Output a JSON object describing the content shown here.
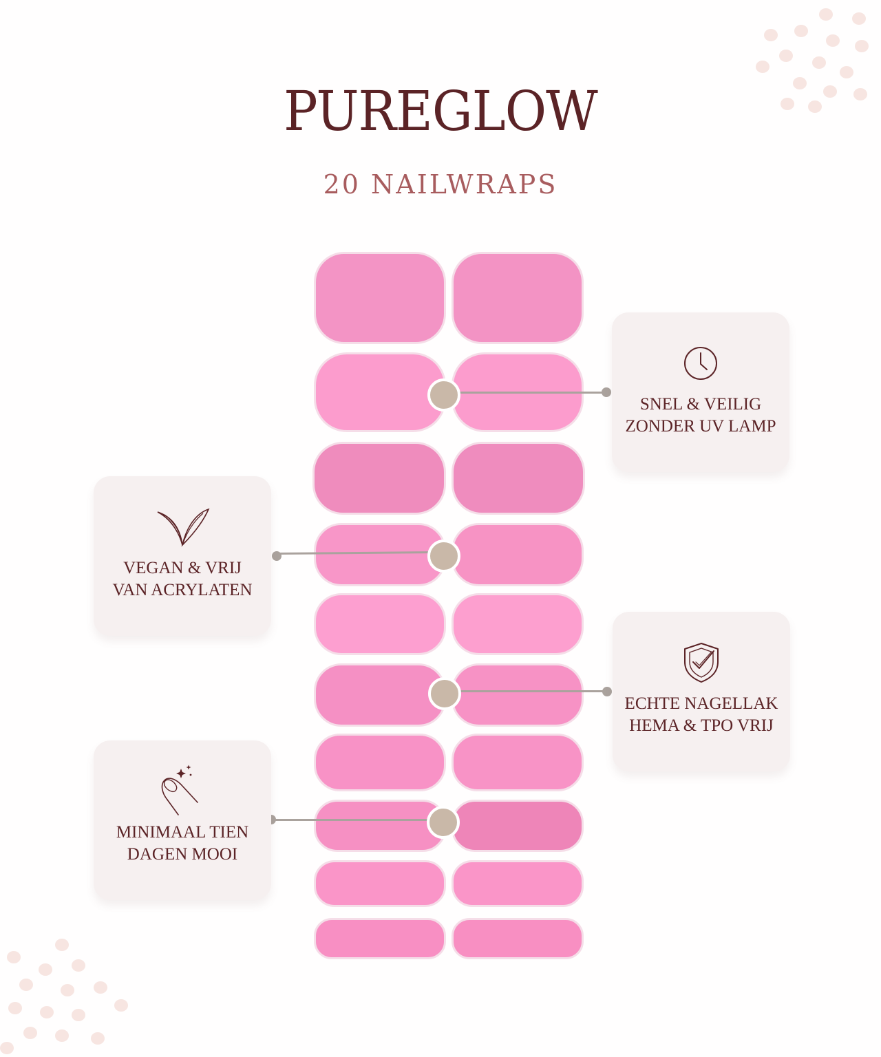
{
  "title": "PUREGLOW",
  "subtitle": "20 NAILWRAPS",
  "colors": {
    "title": "#5b2326",
    "subtitle": "#a85c5e",
    "card_background": "#f6f0f0",
    "marker": "#c9b8a8",
    "connector": "#aaa29d",
    "wrap_pink": "#f895c4"
  },
  "features": [
    {
      "id": "uv",
      "icon": "clock-icon",
      "label": "SNEL & VEILIG\nZONDER UV LAMP"
    },
    {
      "id": "vegan",
      "icon": "leaf-icon",
      "label": "VEGAN & VRIJ\nVAN ACRYLATEN"
    },
    {
      "id": "nagellak",
      "icon": "shield-check-icon",
      "label": "ECHTE NAGELLAK\nHEMA & TPO VRIJ"
    },
    {
      "id": "duration",
      "icon": "nail-sparkle-icon",
      "label": "MINIMAAL TIEN\nDAGEN MOOI"
    }
  ],
  "wraps": {
    "count": 20
  }
}
